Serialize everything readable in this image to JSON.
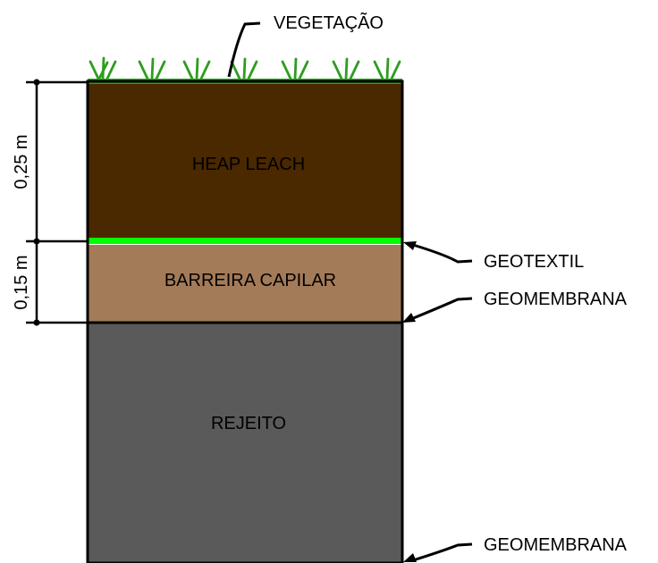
{
  "layers": [
    {
      "id": "heap-leach",
      "label": "HEAP LEACH",
      "color": "#4a2800"
    },
    {
      "id": "barreira-capilar",
      "label": "BARREIRA CAPILAR",
      "color": "#a47b58"
    },
    {
      "id": "rejeito",
      "label": "REJEITO",
      "color": "#5a5a5a"
    }
  ],
  "callouts": {
    "vegetacao": "VEGETAÇÃO",
    "geotextil": "GEOTEXTIL",
    "geomembrana_top": "GEOMEMBRANA",
    "geomembrana_bottom": "GEOMEMBRANA"
  },
  "dimensions": {
    "top": "0,25 m",
    "bottom": "0,15 m"
  },
  "colors": {
    "vegetation": "#2e9d1f",
    "geotextile": "#00ff00",
    "outline": "#000000"
  }
}
